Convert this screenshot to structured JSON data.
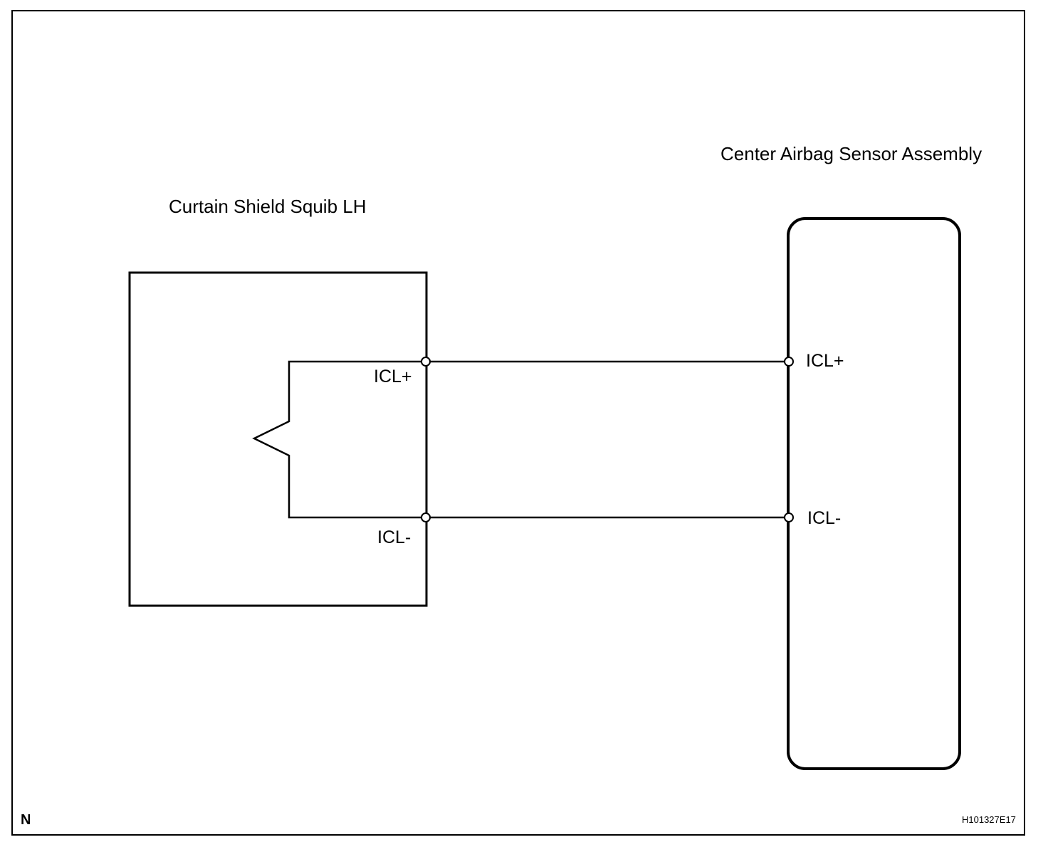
{
  "components": {
    "squib": {
      "title": "Curtain Shield Squib LH",
      "pin_plus": "ICL+",
      "pin_minus": "ICL-"
    },
    "sensor": {
      "title": "Center Airbag Sensor Assembly",
      "pin_plus": "ICL+",
      "pin_minus": "ICL-"
    }
  },
  "footer": {
    "corner_mark": "N",
    "figure_code": "H101327E17"
  },
  "colors": {
    "line": "#000000",
    "background": "#ffffff"
  }
}
